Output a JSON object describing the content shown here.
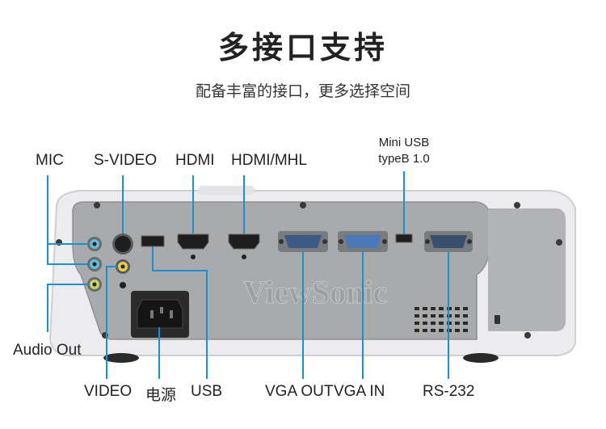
{
  "title": "多接口支持",
  "subtitle": "配备丰富的接口，更多选择空间",
  "brand": "ViewSonic",
  "labels": {
    "mic": "MIC",
    "svideo": "S-VIDEO",
    "hdmi": "HDMI",
    "hdmi_mhl": "HDMI/MHL",
    "mini_usb_line1": "Mini USB",
    "mini_usb_line2": "typeB 1.0",
    "audio_out": "Audio Out",
    "video": "VIDEO",
    "power": "电源",
    "usb": "USB",
    "vga_out": "VGA OUT",
    "vga_in": "VGA IN",
    "rs232": "RS-232"
  },
  "colors": {
    "callout": "#1a8fd6",
    "panel": "#a7a8aa",
    "body": "#ebebed"
  }
}
